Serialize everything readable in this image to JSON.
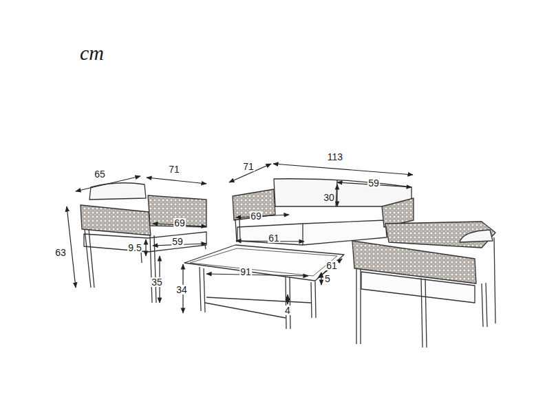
{
  "diagram": {
    "labels": [
      "cm",
      "65",
      "71",
      "71",
      "113",
      "59",
      "30",
      "69",
      "69",
      "61",
      "63",
      "9.5",
      "59",
      "61",
      "91",
      "5",
      "35",
      "34",
      "4"
    ]
  }
}
